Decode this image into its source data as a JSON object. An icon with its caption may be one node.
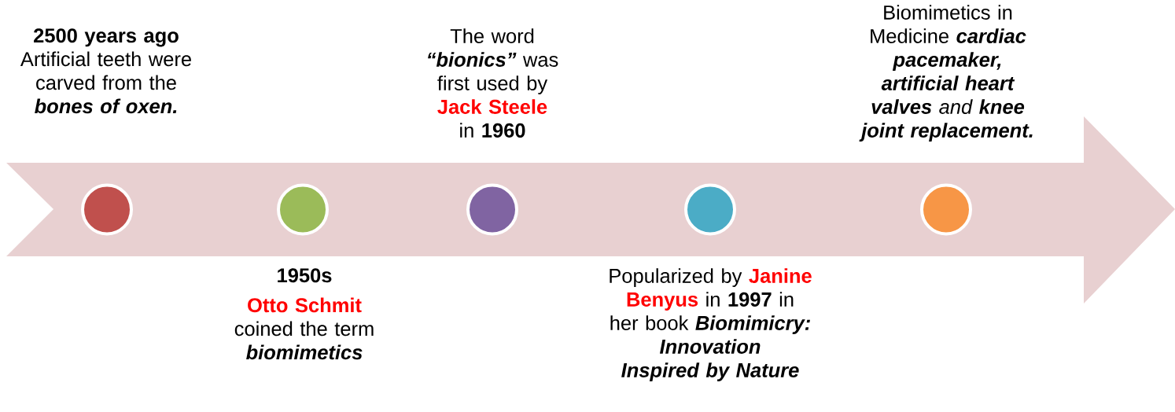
{
  "diagram": {
    "nodes": [
      {
        "text": [],
        "shape": "arrow"
      },
      {
        "text": [],
        "shape": "circle",
        "in": 0,
        "beside": [
          "2500 years ago",
          "Artificial teeth were carved from the",
          "bones of oxen."
        ]
      },
      {
        "text": [],
        "shape": "circle",
        "in": 0,
        "beside": [
          "1950s",
          "Otto Schmit",
          "coined the term",
          "biomimetics"
        ]
      },
      {
        "text": [],
        "shape": "circle",
        "in": 0,
        "beside": [
          "The word",
          "“bionics”",
          "was first used by",
          "Jack Steele",
          "in **1960**"
        ]
      },
      {
        "text": [],
        "shape": "circle",
        "in": 0,
        "beside": [
          "Popularized by",
          "Janine Benyus",
          "in **1997** in her book",
          "Biomimicry: Innovation Inspired by Nature"
        ]
      },
      {
        "text": [],
        "shape": "circle",
        "in": 0,
        "beside": [
          "Biomimetics in Medicine",
          "cardiac pacemaker, artificial heart valves",
          "and",
          "knee joint replacement."
        ]
      }
    ]
  }
}
